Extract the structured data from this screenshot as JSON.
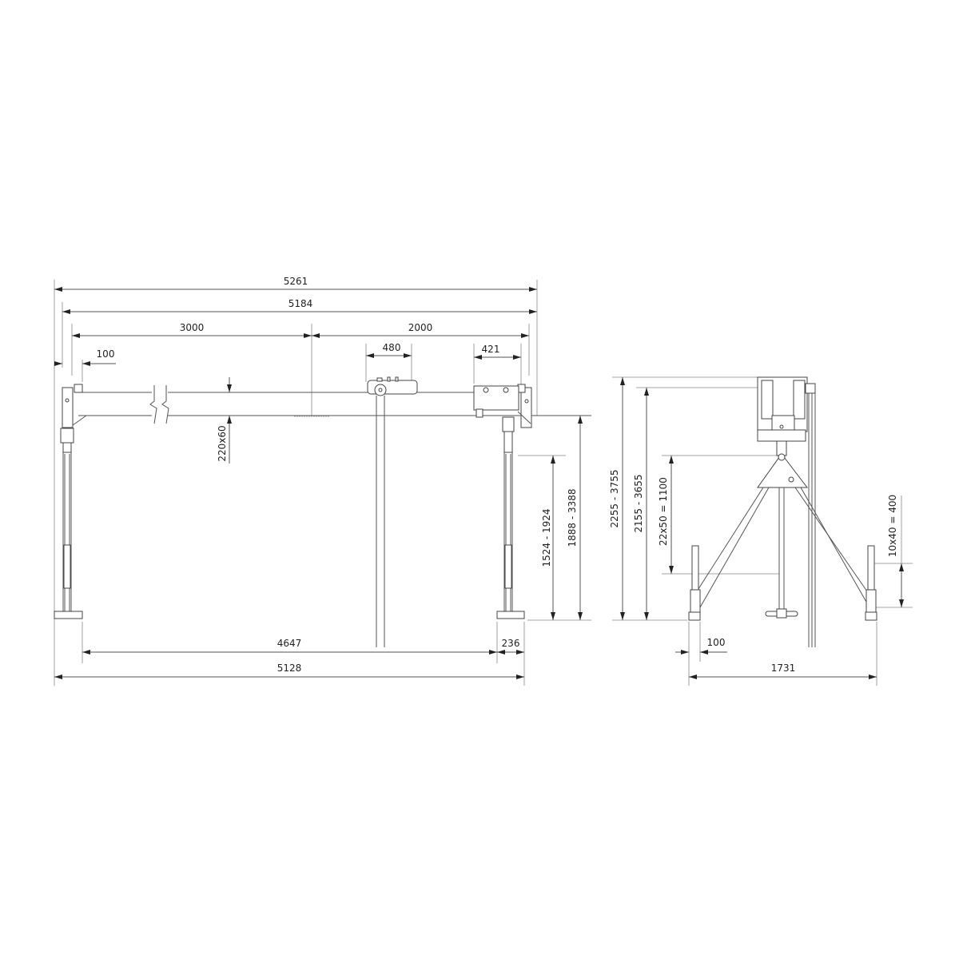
{
  "drawing": {
    "title": "Gantry crane dimensional drawing",
    "stroke_color": "#444444",
    "background": "#ffffff"
  },
  "front_view": {
    "horizontal_dims": {
      "overall_5261": "5261",
      "overall_5184": "5184",
      "span_left_3000": "3000",
      "span_right_2000": "2000",
      "trolley_480": "480",
      "end_block_421": "421",
      "offset_100": "100",
      "feet_inner_4647": "4647",
      "foot_236": "236",
      "feet_outer_5128": "5128"
    },
    "vertical_dims": {
      "beam_section": "220x60",
      "leg_adjust": "1524 - 1924",
      "beam_height": "1888 - 3388"
    }
  },
  "side_view": {
    "vertical_dims": {
      "total_height": "2255 - 3755",
      "top_height": "2155 - 3655",
      "post_holes": "22x50 = 1100",
      "leg_holes": "10x40 = 400"
    },
    "horizontal_dims": {
      "foot_100": "100",
      "base_1731": "1731"
    }
  }
}
